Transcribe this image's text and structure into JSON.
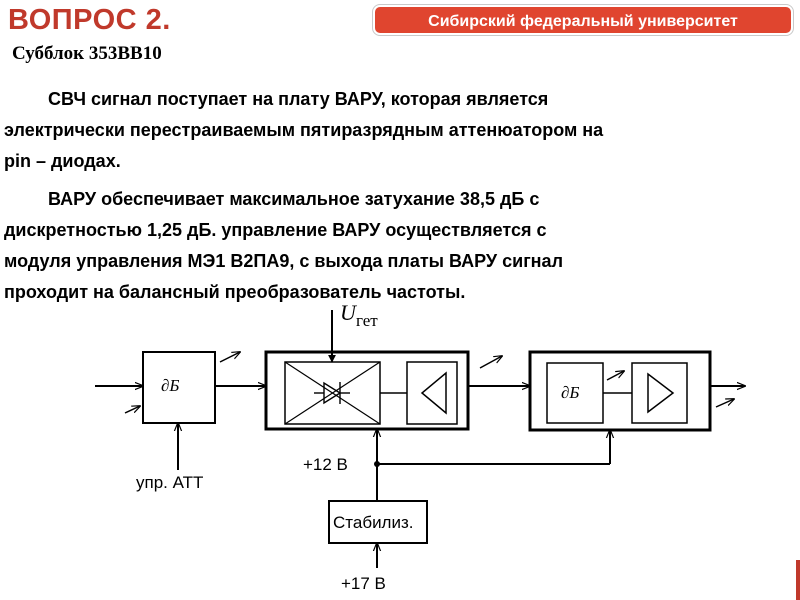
{
  "header": {
    "title": "ВОПРОС 2.",
    "subtitle": "Субблок 353ВВ10",
    "university_badge": "Сибирский федеральный университет"
  },
  "paragraph1": {
    "lines": [
      "СВЧ сигнал поступает на  плату ВАРУ, которая является",
      "электрически  перестраиваемым пятиразрядным аттенюатором на",
      "pin – диодах."
    ]
  },
  "paragraph2": {
    "lines": [
      "ВАРУ обеспечивает максимальное затухание 38,5 дБ с",
      "дискретностью  1,25 дБ. управление ВАРУ осуществляется с",
      "модуля  управления МЭ1 В2ПА9, с выхода платы ВАРУ сигнал",
      "проходит на балансный преобразователь частоты."
    ]
  },
  "diagram": {
    "db_label_left": "∂Б",
    "db_label_right": "∂Б",
    "u_symbol": "U",
    "u_subscript": "гет",
    "ctrl_att_label": "упр. АТТ",
    "plus12_label": "+12 В",
    "stabilizer_label": "Стабилиз.",
    "plus17_label": "+17 В"
  },
  "colors": {
    "title": "#c0392b",
    "badge_bg": "#e0452f",
    "text": "#000000"
  }
}
